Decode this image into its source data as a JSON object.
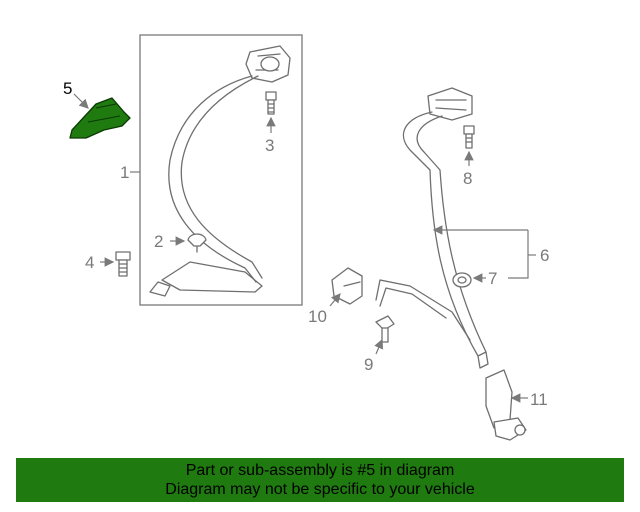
{
  "callouts": {
    "c1": "1",
    "c2": "2",
    "c3": "3",
    "c4": "4",
    "c5": "5",
    "c6": "6",
    "c7": "7",
    "c8": "8",
    "c9": "9",
    "c10": "10",
    "c11": "11"
  },
  "highlighted_part": "5",
  "colors": {
    "highlight": "#1f7a0f",
    "banner": "#1f7a0f",
    "line": "#6f6f6f"
  },
  "banner": {
    "line1": "Part or sub-assembly is #5 in diagram",
    "line2": "Diagram may not be specific to your vehicle"
  }
}
